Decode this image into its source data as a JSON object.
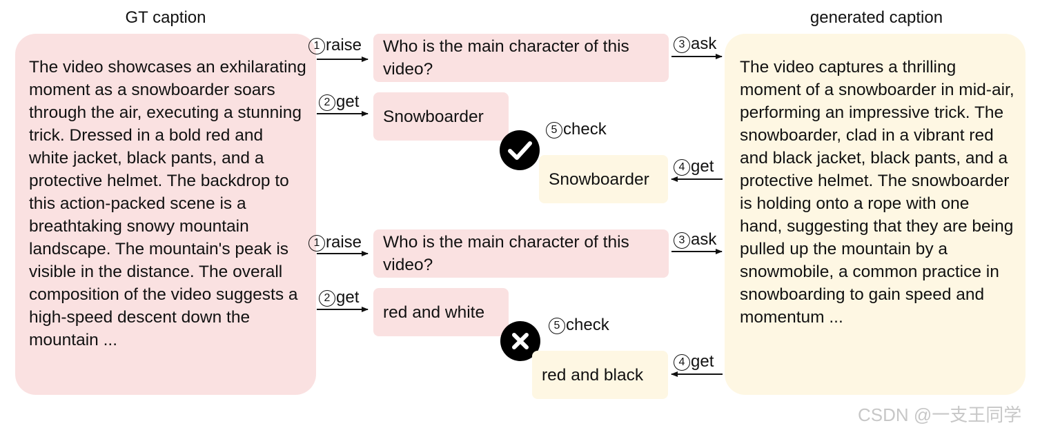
{
  "headings": {
    "gt": "GT caption",
    "generated": "generated caption"
  },
  "gt_caption": "The video showcases an exhilarating moment as a snowboarder soars through the air, executing a stunning trick. Dressed in a bold red and white jacket, black pants, and a protective helmet. The backdrop to this action-packed scene is a breathtaking snowy mountain landscape. The mountain's peak is visible in the distance. The overall composition of the video suggests a high-speed descent down the mountain ...",
  "generated_caption": "The video captures a thrilling moment of a snowboarder in mid-air, performing an impressive trick. The snowboarder, clad in a vibrant red and black jacket, black pants, and a protective helmet. The snowboarder is holding onto a rope with one hand, suggesting that they are being pulled up the mountain by a snowmobile, a common practice in snowboarding to gain speed and momentum ...",
  "steps": {
    "raise": {
      "num": "1",
      "label": "raise"
    },
    "get_gt": {
      "num": "2",
      "label": "get"
    },
    "ask": {
      "num": "3",
      "label": "ask"
    },
    "get_gen": {
      "num": "4",
      "label": "get"
    },
    "check": {
      "num": "5",
      "label": "check"
    }
  },
  "examples": [
    {
      "question": "Who is the main character of this video?",
      "gt_answer": "Snowboarder",
      "gen_answer": "Snowboarder",
      "result": "correct",
      "result_icon": "check-mark-icon"
    },
    {
      "question": "Who is the main character of this video?",
      "gt_answer": "red and white",
      "gen_answer": "red and black",
      "result": "incorrect",
      "result_icon": "cross-mark-icon"
    }
  ],
  "colors": {
    "gt_fill": "#fae1e1",
    "generated_fill": "#fef7e3",
    "mark_fill": "#000000"
  },
  "watermark": "CSDN @一支王同学"
}
